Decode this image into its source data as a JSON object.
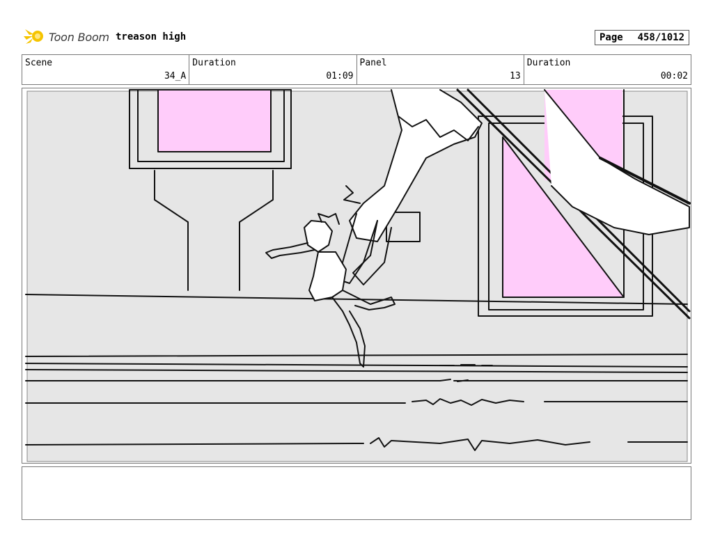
{
  "header": {
    "logo_text": "Toon Boom",
    "project_title": "treason high",
    "page_label": "Page",
    "page_value": "458/1012"
  },
  "info": {
    "scene_label": "Scene",
    "scene_value": "34_A",
    "duration_label": "Duration",
    "duration_value": "01:09",
    "panel_label": "Panel",
    "panel_value": "13",
    "panel_duration_label": "Duration",
    "panel_duration_value": "00:02"
  },
  "colors": {
    "window_pink": "#ffccfa",
    "background_grey": "#e6e6e6",
    "logo_yellow": "#f5c400"
  },
  "icons": {
    "logo": "toon-boom-logo-icon"
  }
}
